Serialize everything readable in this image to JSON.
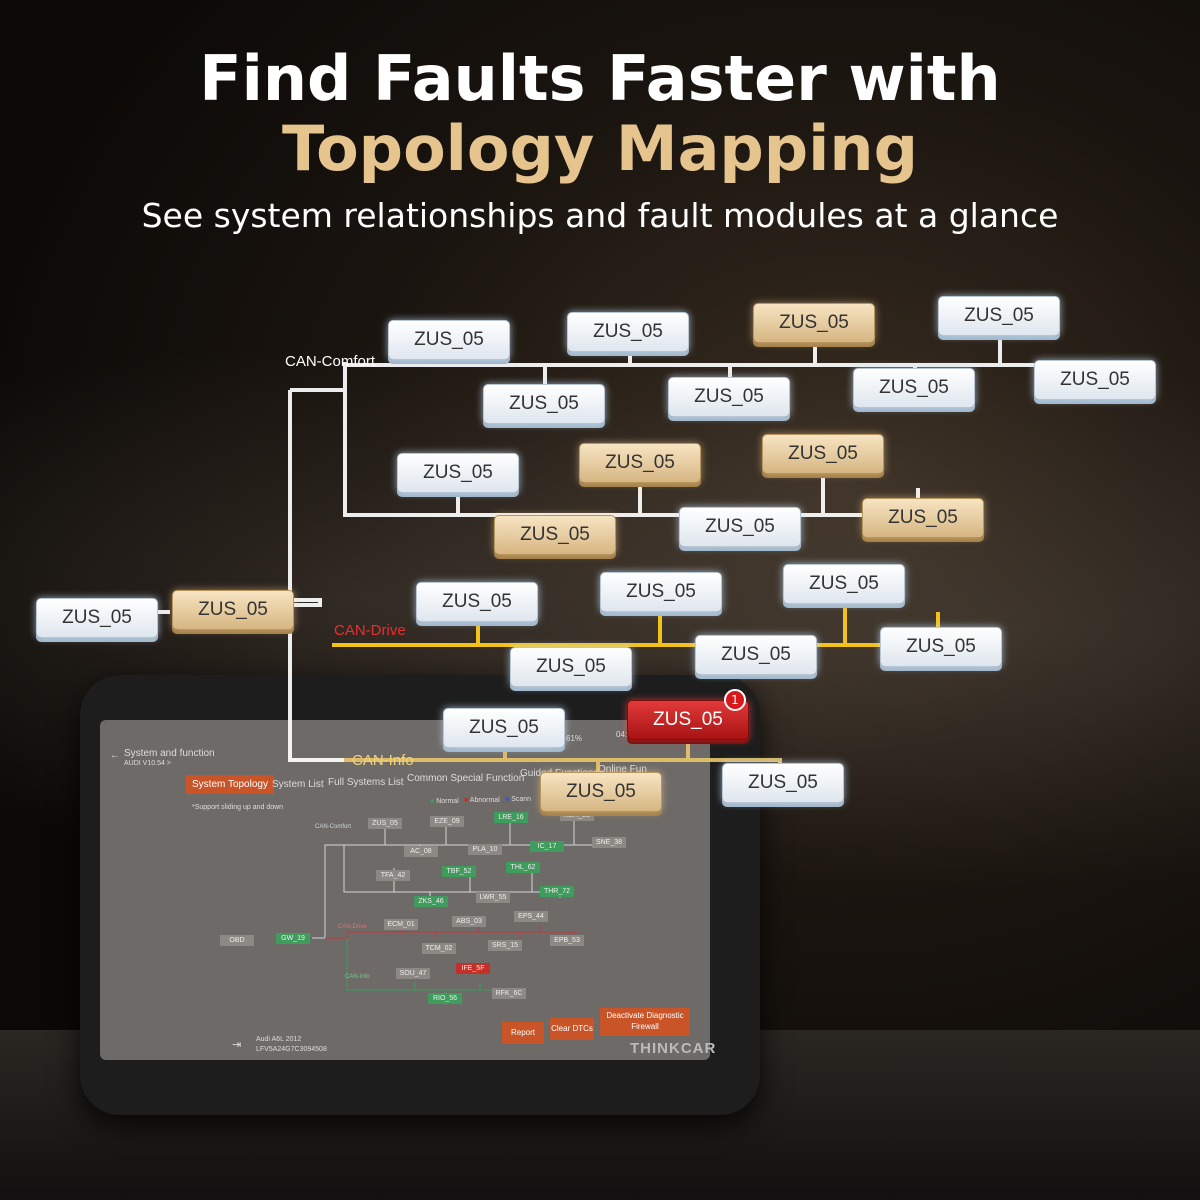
{
  "hero": {
    "title_line1": "Find Faults Faster with",
    "title_line2": "Topology Mapping",
    "subtitle": "See system relationships and fault modules at a glance"
  },
  "topology": {
    "bus_labels": {
      "comfort": "CAN-Comfort",
      "drive": "CAN-Drive",
      "info": "CAN-Info"
    },
    "node_label": "ZUS_05",
    "fault_badge": "1",
    "colors": {
      "comfort_line": "#ffffff",
      "drive_line": "#f2c21b",
      "info_line": "#e9c46a",
      "drive_label": "#e53030",
      "info_label": "#f3d37a"
    }
  },
  "tablet": {
    "header_title": "System and function",
    "header_sub": "AUDI V10.54 >",
    "status": "61%",
    "time": "04:44",
    "tabs": [
      "System Topology",
      "System List",
      "Full Systems List",
      "Common Special Function",
      "Guided Functions",
      "Online Fun"
    ],
    "legend": [
      "Normal",
      "Abnormal",
      "Scann"
    ],
    "hint": "*Support sliding up and down",
    "can_comfort": "CAN-Comfort",
    "can_drive": "CAN-Drive",
    "can_info": "CAN-Info",
    "obd": "OBD",
    "gateway": "GW_19",
    "modules": {
      "zus": "ZUS_05",
      "eze": "EZE_09",
      "lre": "LRE_16",
      "kbh": "KBH_28",
      "ac": "AC_08",
      "pla": "PLA_10",
      "ic": "IC_17",
      "sne": "SNE_38",
      "tfa": "TFA_42",
      "tbf": "TBF_52",
      "thl": "THL_62",
      "zks": "ZKS_46",
      "lwr": "LWR_55",
      "thr": "THR_72",
      "ecm": "ECM_01",
      "abs": "ABS_03",
      "eps": "EPS_44",
      "tcm": "TCM_02",
      "srs": "SRS_15",
      "epb": "EPB_53",
      "sou": "SOU_47",
      "ife": "IFE_5F",
      "rio": "RIO_56",
      "rfk": "RFK_6C"
    },
    "buttons": {
      "report": "Report",
      "clear": "Clear DTCs",
      "deactivate": "Deactivate Diagnostic Firewall"
    },
    "vehicle_line1": "Audi  A6L 2012",
    "vehicle_line2": "LFV5A24G7C3094508",
    "brand": "THINKCAR"
  }
}
